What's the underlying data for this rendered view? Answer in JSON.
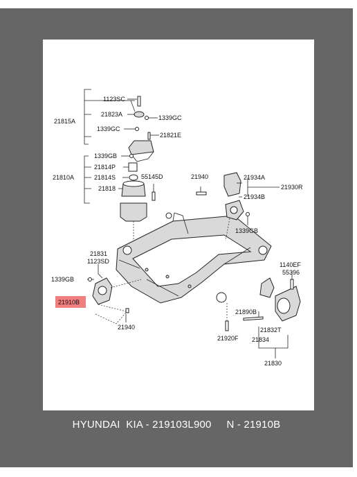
{
  "diagram": {
    "labels": {
      "p1123SC": "1123SC",
      "p21823A": "21823A",
      "p21815A": "21815A",
      "p1339GC_r": "1339GC",
      "p1339GC_l": "1339GC",
      "p21821E": "21821E",
      "p1339GB_t": "1339GB",
      "p21814P": "21814P",
      "p21814S": "21814S",
      "p55145D": "55145D",
      "p21810A": "21810A",
      "p21818": "21818",
      "p21940_t": "21940",
      "p21934A": "21934A",
      "p21934B": "21934B",
      "p21930R": "21930R",
      "p1339GB_r": "1339GB",
      "p21831": "21831",
      "p1123SD": "1123SD",
      "p1339GB_l": "1339GB",
      "p21910B": "21910B",
      "p21940_b": "21940",
      "p1140EF": "1140EF",
      "p55396": "55396",
      "p21890B": "21890B",
      "p21832T": "21832T",
      "p21834": "21834",
      "p21920F": "21920F",
      "p21830": "21830"
    },
    "highlight_color": "#f08080"
  },
  "caption": {
    "brand": "HYUNDAI  KIA - 219103L900",
    "number": "N - 21910B"
  }
}
